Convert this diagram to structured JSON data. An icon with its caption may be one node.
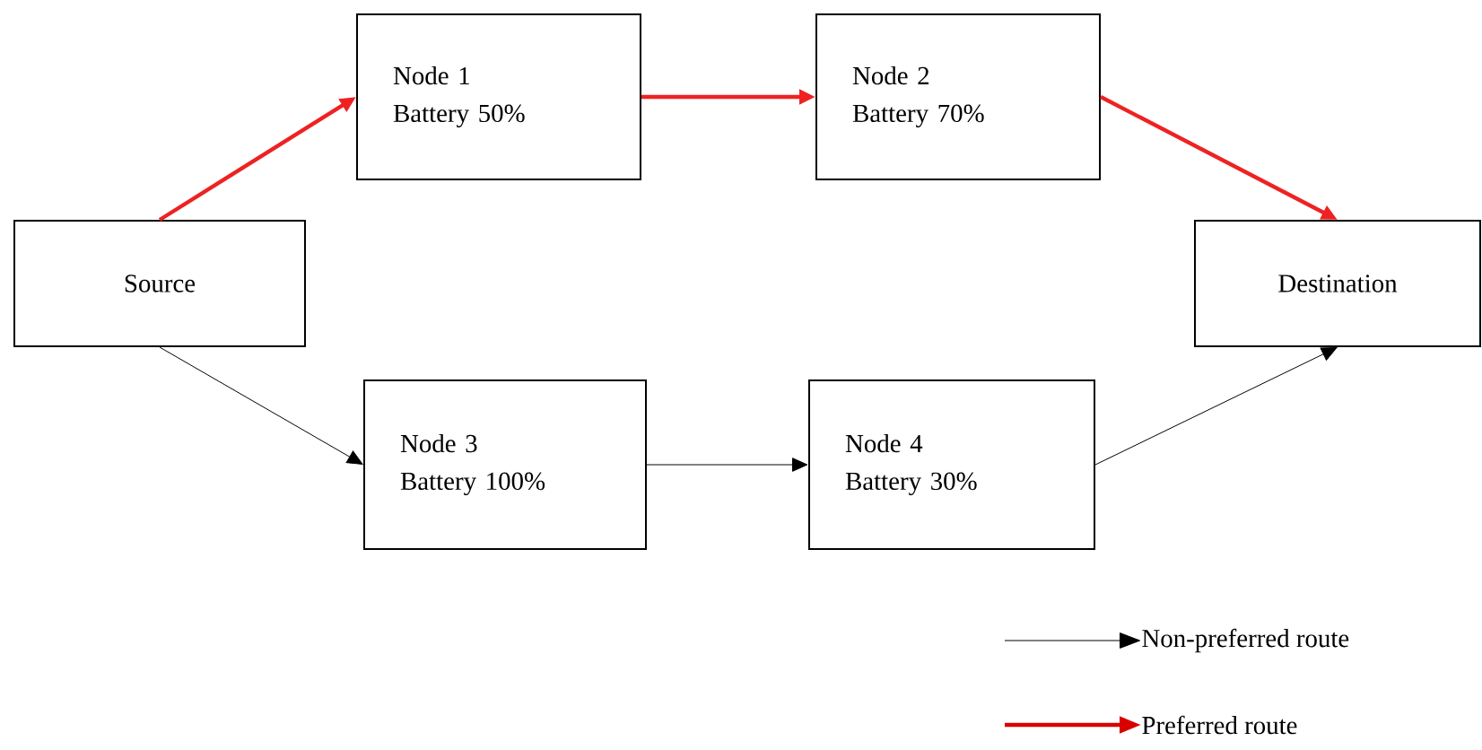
{
  "diagram": {
    "nodes": [
      {
        "text": [
          "Source"
        ]
      },
      {
        "text": [
          "Node 1",
          "Battery 50%"
        ]
      },
      {
        "text": [
          "Node 2",
          "Battery 70%"
        ]
      },
      {
        "text": [
          "Node 3",
          "Battery 100%"
        ]
      },
      {
        "text": [
          "Node 4",
          "Battery 30%"
        ]
      },
      {
        "text": [
          "Destination"
        ]
      }
    ],
    "edges": [
      {
        "from": 0,
        "to": 1,
        "arrow": "to",
        "style": "thick",
        "color": "#ee2222"
      },
      {
        "from": 1,
        "to": 2,
        "arrow": "to",
        "style": "thick",
        "color": "#ee2222"
      },
      {
        "from": 2,
        "to": 5,
        "arrow": "to",
        "style": "thick",
        "color": "#ee2222"
      },
      {
        "from": 0,
        "to": 3,
        "arrow": "to",
        "color": "#000000"
      },
      {
        "from": 3,
        "to": 4,
        "arrow": "to",
        "color": "#000000"
      },
      {
        "from": 4,
        "to": 5,
        "arrow": "to",
        "color": "#000000"
      }
    ],
    "legend": [
      {
        "text": "Non-preferred route"
      },
      {
        "text": "Preferred route"
      }
    ]
  }
}
